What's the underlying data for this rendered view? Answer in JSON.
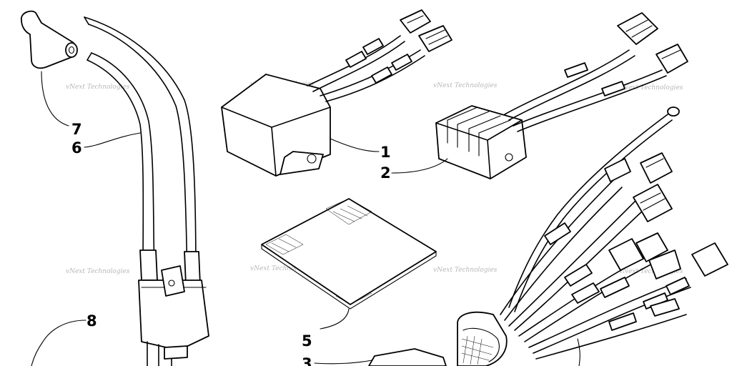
{
  "callouts": [
    {
      "id": "1",
      "label": "1"
    },
    {
      "id": "2",
      "label": "2"
    },
    {
      "id": "3",
      "label": "3"
    },
    {
      "id": "5",
      "label": "5"
    },
    {
      "id": "6",
      "label": "6"
    },
    {
      "id": "7",
      "label": "7"
    },
    {
      "id": "8",
      "label": "8"
    }
  ],
  "watermark": "vNext Technologies"
}
